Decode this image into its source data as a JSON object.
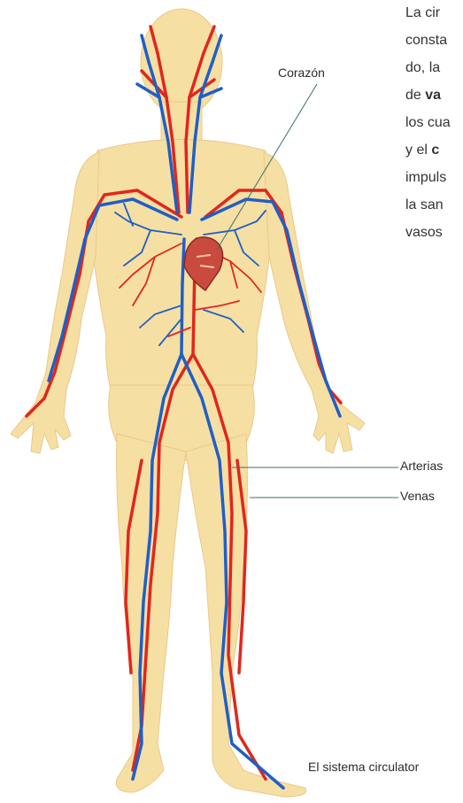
{
  "intro_text": {
    "lines": [
      {
        "text": "La cir",
        "bold": ""
      },
      {
        "text": "consta",
        "bold": ""
      },
      {
        "text": "do, la",
        "bold": ""
      },
      {
        "text": "de ",
        "bold": "va"
      },
      {
        "text": "los cua",
        "bold": ""
      },
      {
        "text": "y el ",
        "bold": "c"
      },
      {
        "text": "impuls",
        "bold": ""
      },
      {
        "text": "la san",
        "bold": ""
      },
      {
        "text": "vasos",
        "bold": ""
      }
    ]
  },
  "labels": {
    "heart": "Corazón",
    "arteries": "Arterias",
    "veins": "Venas"
  },
  "caption": "El sistema circulator",
  "colors": {
    "skin": "#f6dfa3",
    "artery": "#e1261c",
    "vein": "#1f5fc6",
    "heart": "#c94a3f",
    "leader_line": "#3b6d6d"
  }
}
